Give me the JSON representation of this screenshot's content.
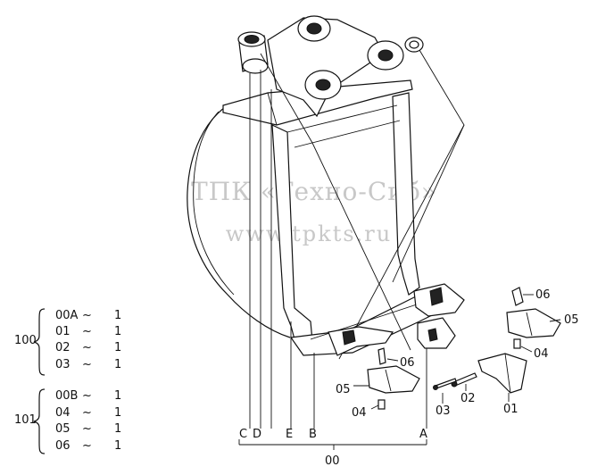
{
  "watermark": {
    "line1": "ТПК «Техно-Сиб»",
    "line2": "www.tpkts.ru"
  },
  "assemblies": [
    {
      "number": "100",
      "rows": [
        {
          "code": "00A",
          "sep": "~",
          "qty": "1"
        },
        {
          "code": "01",
          "sep": "~",
          "qty": "1"
        },
        {
          "code": "02",
          "sep": "~",
          "qty": "1"
        },
        {
          "code": "03",
          "sep": "~",
          "qty": "1"
        }
      ]
    },
    {
      "number": "101",
      "rows": [
        {
          "code": "00B",
          "sep": "~",
          "qty": "1"
        },
        {
          "code": "04",
          "sep": "~",
          "qty": "1"
        },
        {
          "code": "05",
          "sep": "~",
          "qty": "1"
        },
        {
          "code": "06",
          "sep": "~",
          "qty": "1"
        }
      ]
    }
  ],
  "callouts": {
    "right_06": "06",
    "right_05": "05",
    "right_04": "04",
    "mid_06": "06",
    "mid_05": "05",
    "mid_04": "04",
    "p01": "01",
    "p02": "02",
    "p03": "03"
  },
  "view_letters": {
    "c": "C",
    "d": "D",
    "e": "E",
    "b": "B",
    "a": "A"
  },
  "bottom_label": "00"
}
